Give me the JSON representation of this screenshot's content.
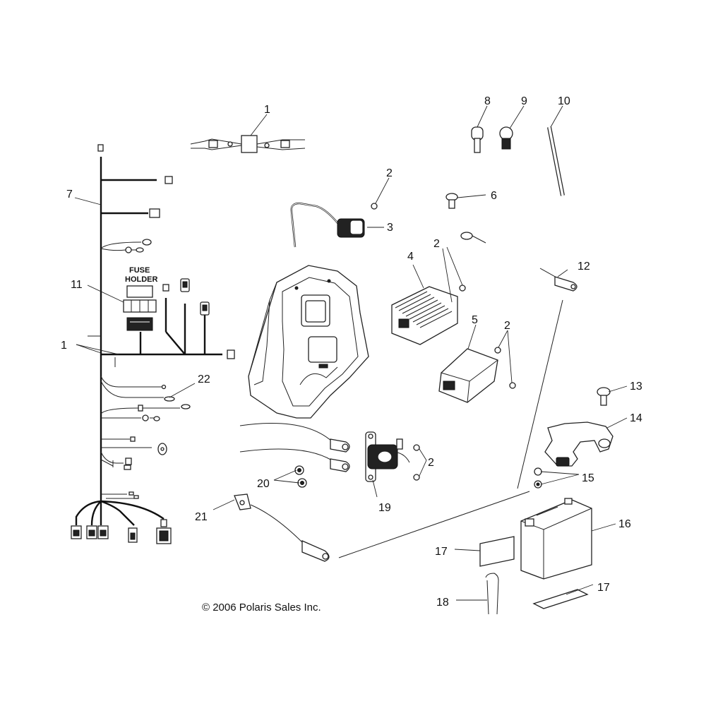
{
  "callouts": {
    "c1_top": "1",
    "c1_left": "1",
    "c2_a": "2",
    "c2_b": "2",
    "c2_c": "2",
    "c2_d": "2",
    "c3": "3",
    "c4": "4",
    "c5": "5",
    "c6": "6",
    "c7": "7",
    "c8": "8",
    "c9": "9",
    "c10": "10",
    "c11": "11",
    "c12": "12",
    "c13": "13",
    "c14": "14",
    "c15": "15",
    "c16": "16",
    "c17_a": "17",
    "c17_b": "17",
    "c18": "18",
    "c19": "19",
    "c20": "20",
    "c21": "21",
    "c22": "22"
  },
  "fuse_holder": {
    "line1": "FUSE",
    "line2": "HOLDER"
  },
  "copyright": "© 2006 Polaris Sales Inc."
}
